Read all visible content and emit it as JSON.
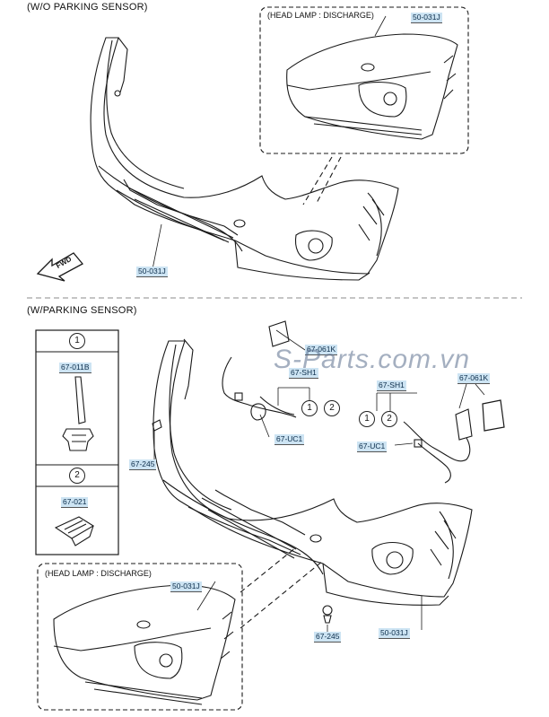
{
  "sections": {
    "without_sensor": "(W/O PARKING SENSOR)",
    "with_sensor": "(W/PARKING SENSOR)"
  },
  "inset_boxes": {
    "top": {
      "title": "(HEAD LAMP : DISCHARGE)",
      "part": "50-031J"
    },
    "bottom": {
      "title": "(HEAD LAMP : DISCHARGE)",
      "part": "50-031J"
    }
  },
  "parts": {
    "bumper_top": "50-031J",
    "bumper_bottom": "50-031J",
    "sensor_kit_top": "67-061K",
    "sensor_kit_right": "67-061K",
    "harness_left": "67-SH1",
    "harness_right": "67-SH1",
    "connector_left": "67-UC1",
    "connector_right": "67-UC1",
    "clip_left": "67-245",
    "clip_bottom": "67-245"
  },
  "legend": {
    "item1": {
      "num": "1",
      "part": "67-011B"
    },
    "item2": {
      "num": "2",
      "part": "67-021"
    }
  },
  "callout_numbers": {
    "one": "1",
    "two": "2"
  },
  "fwd_label": "FWD",
  "watermark": "S-Parts.com.vn"
}
